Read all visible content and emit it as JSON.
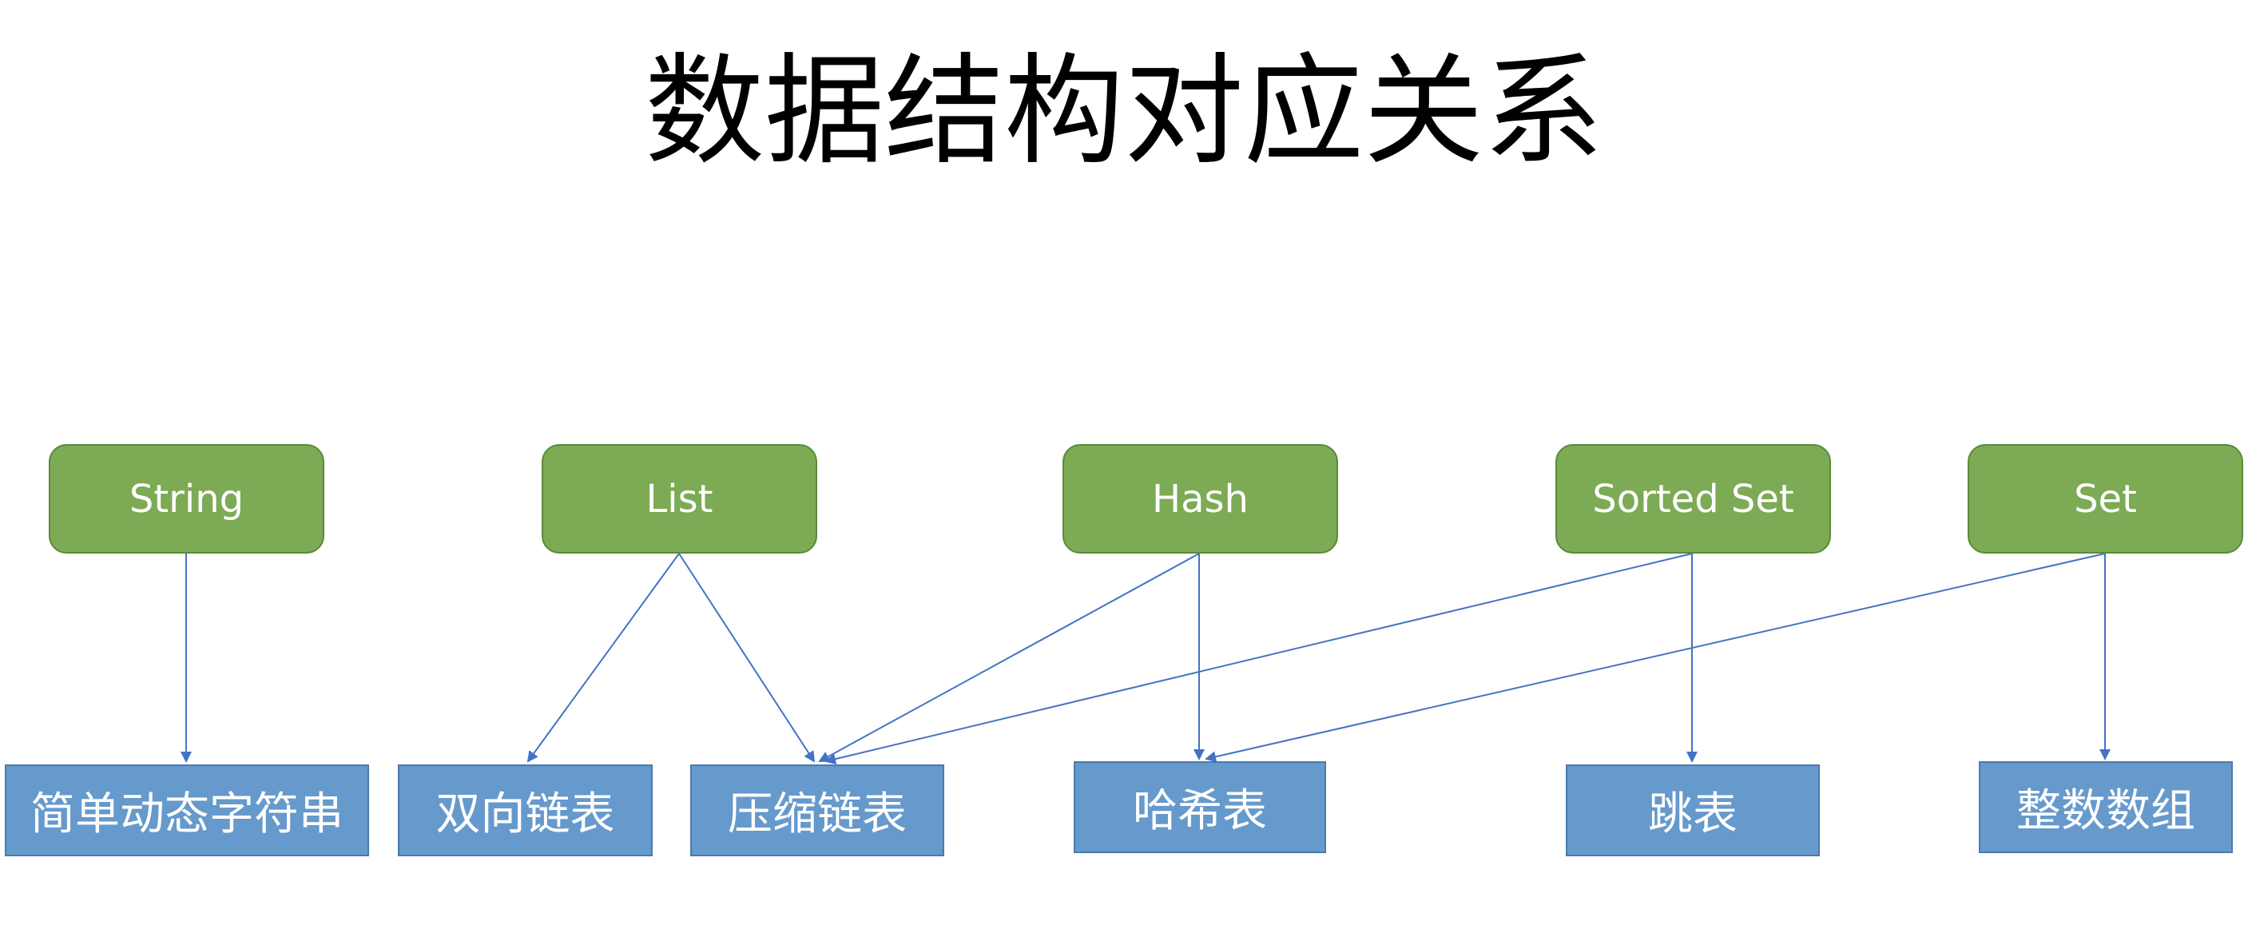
{
  "title": "数据结构对应关系",
  "types": {
    "string": "String",
    "list": "List",
    "hash": "Hash",
    "sorted_set": "Sorted Set",
    "set": "Set"
  },
  "implementations": {
    "sds": "简单动态字符串",
    "linkedlist": "双向链表",
    "ziplist": "压缩链表",
    "hashtable": "哈希表",
    "skiplist": "跳表",
    "intset": "整数数组"
  },
  "relations": [
    [
      "String",
      "简单动态字符串"
    ],
    [
      "List",
      "双向链表"
    ],
    [
      "List",
      "压缩链表"
    ],
    [
      "Hash",
      "压缩链表"
    ],
    [
      "Hash",
      "哈希表"
    ],
    [
      "Sorted Set",
      "压缩链表"
    ],
    [
      "Sorted Set",
      "跳表"
    ],
    [
      "Set",
      "哈希表"
    ],
    [
      "Set",
      "整数数组"
    ]
  ],
  "colors": {
    "type_fill": "#7daa55",
    "impl_fill": "#6699cc",
    "arrow": "#4472c4"
  }
}
